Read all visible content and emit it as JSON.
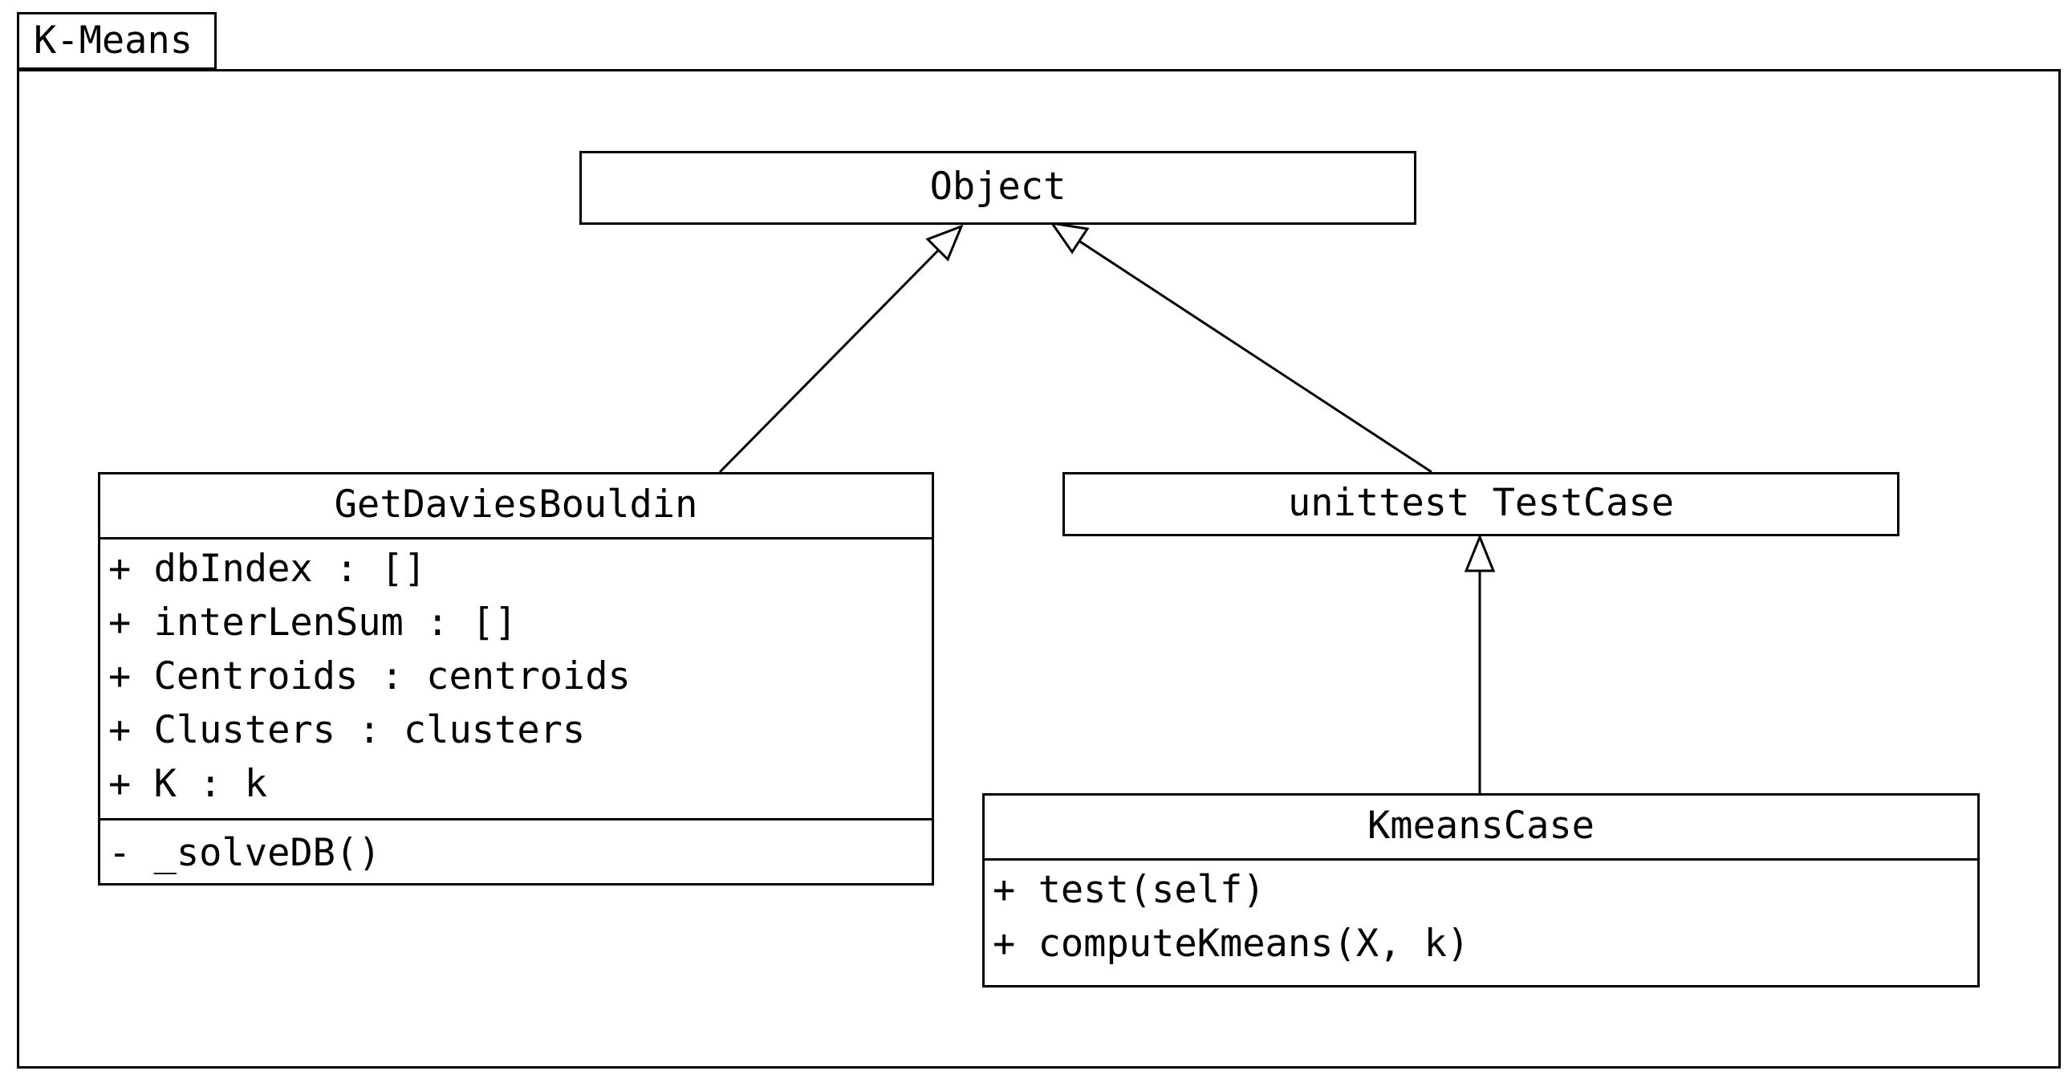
{
  "package": {
    "name": "K-Means"
  },
  "classes": {
    "object": {
      "name": "Object"
    },
    "get_davies_bouldin": {
      "name": "GetDaviesBouldin",
      "attributes": [
        "+ dbIndex : []",
        "+ interLenSum : []",
        "+ Centroids : centroids",
        "+ Clusters : clusters",
        "+ K : k"
      ],
      "methods": [
        "- _solveDB()"
      ]
    },
    "unittest_testcase": {
      "name": "unittest TestCase"
    },
    "kmeans_case": {
      "name": "KmeansCase",
      "methods": [
        "+ test(self)",
        "+ computeKmeans(X, k)"
      ]
    }
  },
  "relations": [
    {
      "from": "GetDaviesBouldin",
      "to": "Object",
      "type": "generalization"
    },
    {
      "from": "unittest TestCase",
      "to": "Object",
      "type": "generalization"
    },
    {
      "from": "KmeansCase",
      "to": "unittest TestCase",
      "type": "generalization"
    }
  ]
}
